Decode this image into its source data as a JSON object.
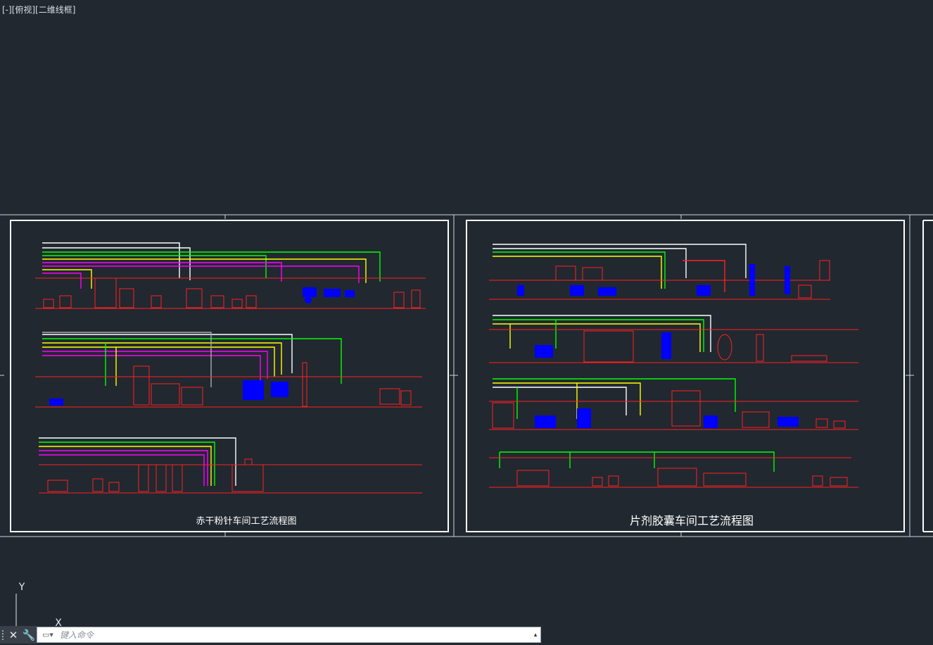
{
  "viewport": {
    "label": "[-][俯视][二维线框]"
  },
  "sheets": [
    {
      "title": "赤干粉针车间工艺流程图"
    },
    {
      "title": "片剂胶囊车间工艺流程图"
    }
  ],
  "ucs": {
    "y_label": "Y",
    "x_label": "X"
  },
  "command_line": {
    "close_glyph": "✕",
    "customize_glyph": "🔧",
    "prompt_glyph": "▭▾",
    "placeholder": "键入命令",
    "recent_glyph": "▴"
  },
  "colors": {
    "background": "#212830",
    "sheet_border": "#ffffff",
    "pipe_red": "#ff2020",
    "pipe_green": "#00ff00",
    "pipe_yellow": "#ffff00",
    "pipe_magenta": "#ff00ff",
    "pipe_white": "#ffffff",
    "pipe_cyan": "#00ffff",
    "equipment_blue": "#0000ff"
  }
}
